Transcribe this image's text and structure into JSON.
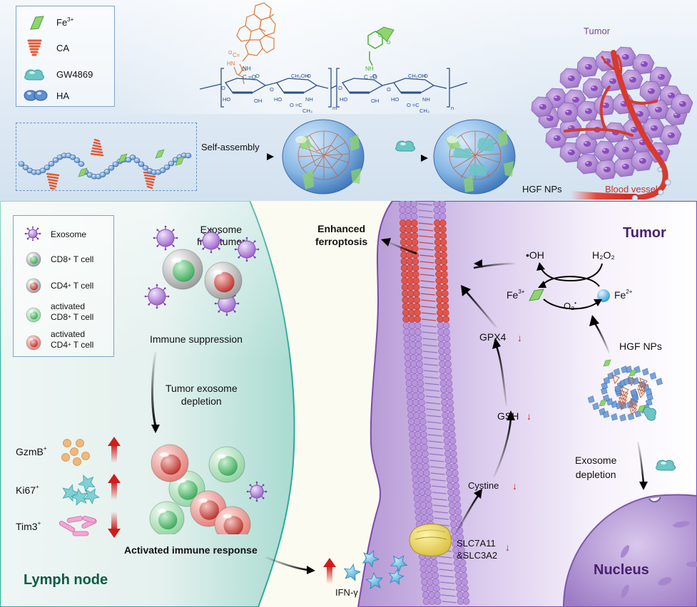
{
  "top_panel": {
    "legend": {
      "items": [
        {
          "icon": "fe3-rhombus-icon",
          "label": "Fe",
          "sup": "3+"
        },
        {
          "icon": "ca-spring-icon",
          "label": "CA",
          "sup": ""
        },
        {
          "icon": "gw4869-blob-icon",
          "label": "GW4869",
          "sup": ""
        },
        {
          "icon": "ha-beads-icon",
          "label": "HA",
          "sup": ""
        }
      ]
    },
    "chemical_structure": {
      "labels": {
        "hn": "HN",
        "nh": "NH",
        "co": "C =O",
        "ch2oh": "CH₂OH",
        "ho": "HO",
        "oh": "OH",
        "o": "O",
        "nh2": "NH",
        "oc": "O =C",
        "ch3": "CH₃",
        "m": "m",
        "n": "n"
      },
      "colors": {
        "ca": "#e07a3c",
        "catechol": "#4cae3a",
        "backbone": "#2b4f8f"
      }
    },
    "self_assembly_label": "Self-assembly",
    "hgf_nps_label": "HGF NPs",
    "tumor_label": "Tumor",
    "blood_vessel_label": "Blood vessel",
    "colors": {
      "tumor_label": "#7a4a9e",
      "blood_vessel_label": "#c9302c",
      "background": "#dde8f3"
    }
  },
  "lymph_node": {
    "legend": {
      "items": [
        {
          "icon": "exosome-icon",
          "line1": "Exosome",
          "line2": "",
          "sup": ""
        },
        {
          "icon": "cd8-t-cell-icon",
          "line1": "CD8",
          "sup": "+",
          "rest": " T cell",
          "line2": ""
        },
        {
          "icon": "cd4-t-cell-icon",
          "line1": "CD4",
          "sup": "+",
          "rest": " T cell",
          "line2": ""
        },
        {
          "icon": "activated-cd8-t-cell-icon",
          "line1": "activated",
          "line2": "CD8",
          "sup": "+",
          "rest": " T cell"
        },
        {
          "icon": "activated-cd4-t-cell-icon",
          "line1": "activated",
          "line2": "CD4",
          "sup": "+",
          "rest": " T cell"
        }
      ]
    },
    "exosome_from_tumor": [
      "Exosome",
      "from tumor"
    ],
    "immune_suppression": "Immune suppression",
    "tumor_exosome_depletion": [
      "Tumor exosome",
      "depletion"
    ],
    "markers": [
      {
        "name": "GzmB",
        "sup": "+",
        "direction": "up"
      },
      {
        "name": "Ki67",
        "sup": "+",
        "direction": "up"
      },
      {
        "name": "Tim3",
        "sup": "+",
        "direction": "down"
      }
    ],
    "activated_immune_response": "Activated immune response",
    "title": "Lymph node",
    "colors": {
      "title": "#0e5a44",
      "background": "#cfe8e2",
      "border": "#2bab95"
    }
  },
  "tumor_panel": {
    "enhanced_ferroptosis": [
      "Enhanced",
      "ferroptosis"
    ],
    "title": "Tumor",
    "reactions": {
      "oh": "•OH",
      "h2o2": "H₂O₂",
      "fe3": "Fe",
      "fe3_sup": "3+",
      "fe2": "Fe",
      "fe2_sup": "2+",
      "o2": "O₂",
      "o2_sup": "•"
    },
    "pathway": [
      {
        "name": "GPX4",
        "direction": "down"
      },
      {
        "name": "GSH",
        "direction": "down"
      },
      {
        "name": "Cystine",
        "direction": "down"
      }
    ],
    "transporter": [
      "SLC7A11",
      "&SLC3A2"
    ],
    "hgf_nps_label": "HGF NPs",
    "exosome_depletion": [
      "Exosome",
      "depletion"
    ],
    "ifn_gamma": "IFN-γ",
    "nucleus": "Nucleus",
    "colors": {
      "title": "#4a1f6e",
      "nucleus": "#4a1f6e",
      "down_arrow": "#d01c1c",
      "membrane": "#9b7cc4"
    }
  }
}
